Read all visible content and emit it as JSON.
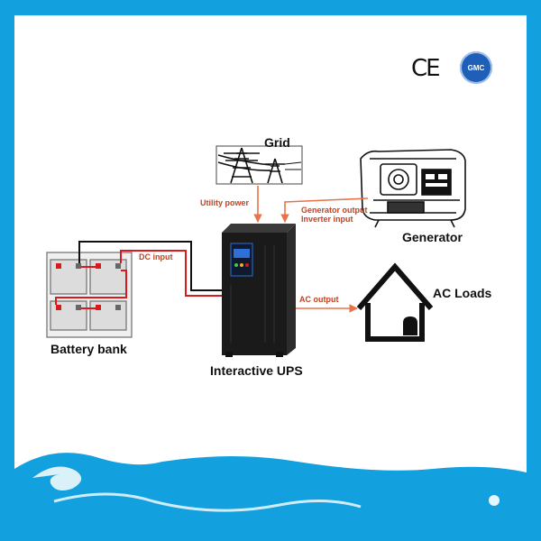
{
  "certifications": {
    "ce_mark": "CE",
    "gmc_logo": "GMC"
  },
  "nodes": {
    "grid": "Grid",
    "generator": "Generator",
    "battery_bank": "Battery bank",
    "ups": "Interactive UPS",
    "ac_loads": "AC Loads"
  },
  "connections": {
    "utility_power": "Utility power",
    "generator_output": "Generator output",
    "inverter_input": "Inverter input",
    "dc_input": "DC input",
    "ac_output": "AC output"
  },
  "colors": {
    "frame": "#13a0de",
    "wave": "#13a0de",
    "connection_line": "#e8734a",
    "dc_positive": "#d8191d",
    "dc_negative": "#111111",
    "ups_body": "#1a1a1a",
    "ups_display": "#2f6fd6"
  }
}
